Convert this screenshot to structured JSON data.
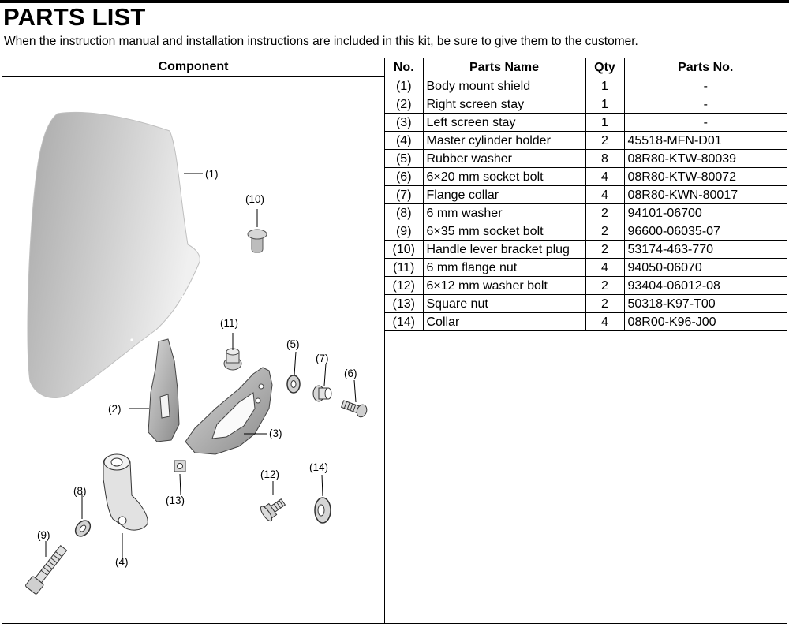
{
  "title": "PARTS LIST",
  "note": "When the instruction manual and installation instructions are included in this kit, be sure to give them to the customer.",
  "headers": {
    "component": "Component",
    "no": "No.",
    "parts_name": "Parts Name",
    "qty": "Qty",
    "parts_no": "Parts No."
  },
  "parts": [
    {
      "no": "(1)",
      "name": "Body mount shield",
      "qty": "1",
      "part_no": "-"
    },
    {
      "no": "(2)",
      "name": "Right screen stay",
      "qty": "1",
      "part_no": "-"
    },
    {
      "no": "(3)",
      "name": "Left screen stay",
      "qty": "1",
      "part_no": "-"
    },
    {
      "no": "(4)",
      "name": "Master cylinder holder",
      "qty": "2",
      "part_no": "45518-MFN-D01"
    },
    {
      "no": "(5)",
      "name": "Rubber washer",
      "qty": "8",
      "part_no": "08R80-KTW-80039"
    },
    {
      "no": "(6)",
      "name": "6×20 mm socket bolt",
      "qty": "4",
      "part_no": "08R80-KTW-80072"
    },
    {
      "no": "(7)",
      "name": "Flange collar",
      "qty": "4",
      "part_no": "08R80-KWN-80017"
    },
    {
      "no": "(8)",
      "name": "6 mm washer",
      "qty": "2",
      "part_no": "94101-06700"
    },
    {
      "no": "(9)",
      "name": "6×35 mm socket bolt",
      "qty": "2",
      "part_no": "96600-06035-07"
    },
    {
      "no": "(10)",
      "name": "Handle lever bracket plug",
      "qty": "2",
      "part_no": "53174-463-770"
    },
    {
      "no": "(11)",
      "name": "6 mm flange nut",
      "qty": "4",
      "part_no": "94050-06070"
    },
    {
      "no": "(12)",
      "name": "6×12 mm washer bolt",
      "qty": "2",
      "part_no": "93404-06012-08"
    },
    {
      "no": "(13)",
      "name": "Square nut",
      "qty": "2",
      "part_no": "50318-K97-T00"
    },
    {
      "no": "(14)",
      "name": "Collar",
      "qty": "4",
      "part_no": "08R00-K96-J00"
    }
  ],
  "callouts": [
    "(1)",
    "(2)",
    "(3)",
    "(4)",
    "(5)",
    "(6)",
    "(7)",
    "(8)",
    "(9)",
    "(10)",
    "(11)",
    "(12)",
    "(13)",
    "(14)"
  ]
}
